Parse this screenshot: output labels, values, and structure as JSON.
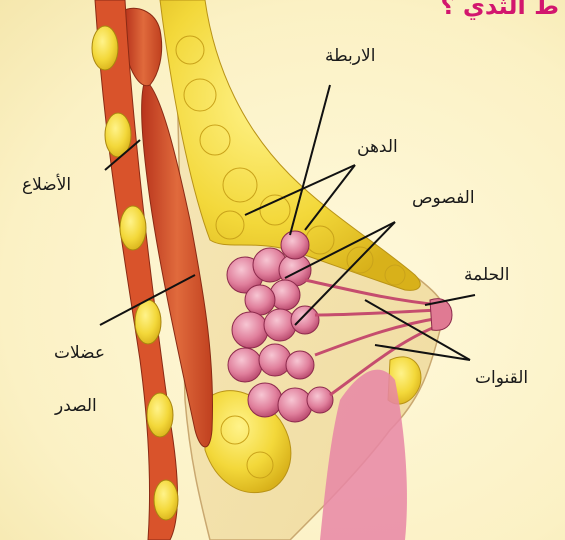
{
  "title": "ط الثدي ؟",
  "labels": {
    "ligaments": "الاربطة",
    "fat": "الدهن",
    "ribs": "الأضلاع",
    "lobes": "الفصوص",
    "nipple": "الحلمة",
    "chest_muscles_1": "عضلات",
    "chest_muscles_2": "الصدر",
    "ducts": "القنوات"
  },
  "colors": {
    "title": "#d2166e",
    "muscle": "#d8552a",
    "fat": "#f2d43a",
    "lobule": "#d96a8a",
    "background": "#fbf1c4"
  }
}
